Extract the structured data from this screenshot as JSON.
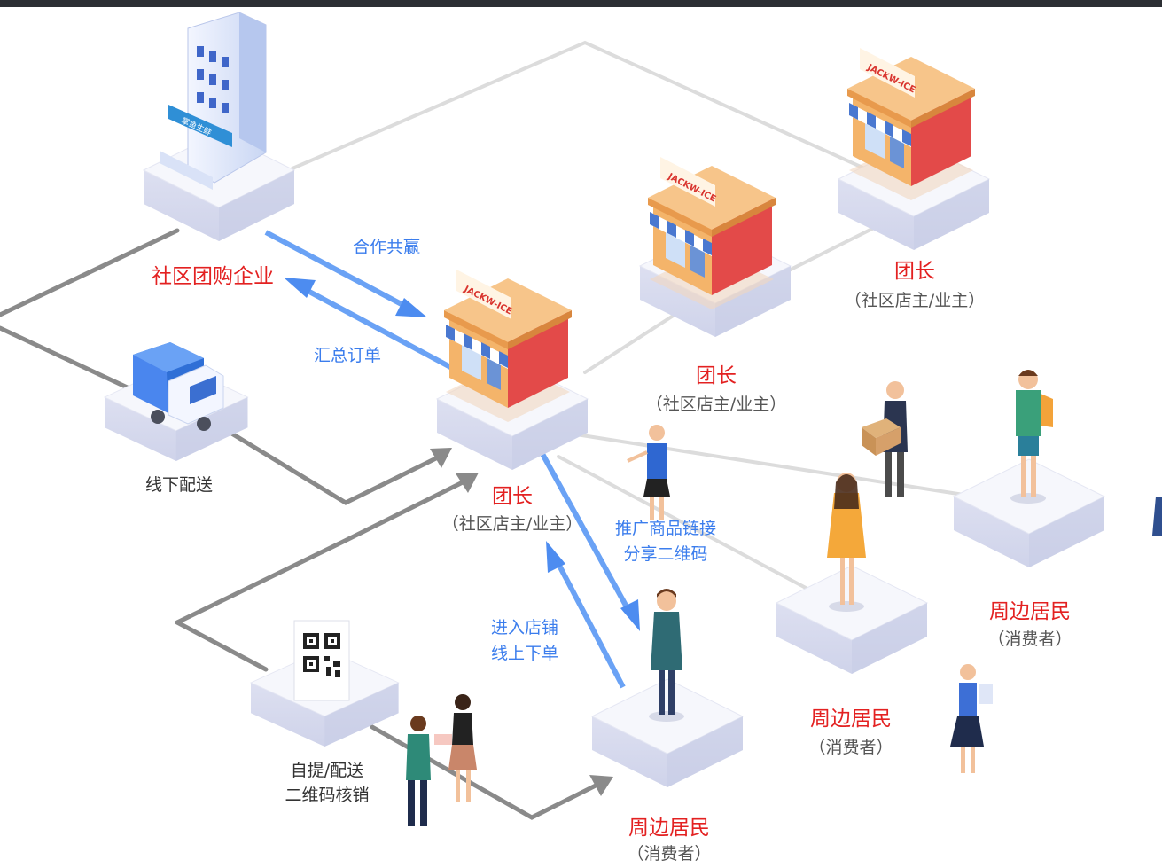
{
  "colors": {
    "role_title": "#e32121",
    "role_subtitle": "#555555",
    "flow_text": "#3b7ded",
    "flow_arrow": "#6aa2f5",
    "connector": "#8a8a8a",
    "platform_top": "#f3f4fb",
    "store_roof": "#f7a84a",
    "store_wall": "#e34a49"
  },
  "nodes": {
    "enterprise": {
      "title": "社区团购企业",
      "icon": "office-building-icon",
      "sign": "掌鱼生鲜"
    },
    "leader_main": {
      "title": "团长",
      "subtitle": "（社区店主/业主）",
      "icon": "storefront-icon",
      "sign": "JACKW-ICE"
    },
    "leader_mid": {
      "title": "团长",
      "subtitle": "（社区店主/业主）",
      "icon": "storefront-icon",
      "sign": "JACKW-ICE"
    },
    "leader_right": {
      "title": "团长",
      "subtitle": "（社区店主/业主）",
      "icon": "storefront-icon",
      "sign": "JACKW-ICE"
    },
    "delivery": {
      "title": "线下配送",
      "icon": "delivery-truck-icon"
    },
    "pickup": {
      "title_line1": "自提/配送",
      "title_line2": "二维码核销",
      "icon": "qr-code-icon"
    },
    "resident_bottom": {
      "title": "周边居民",
      "subtitle": "（消费者）",
      "icon": "person-icon"
    },
    "resident_mid": {
      "title": "周边居民",
      "subtitle": "（消费者）",
      "icon": "person-icon"
    },
    "resident_right": {
      "title": "周边居民",
      "subtitle": "（消费者）",
      "icon": "person-icon"
    }
  },
  "flows": {
    "cooperate": "合作共赢",
    "summary": "汇总订单",
    "promote_line1": "推广商品链接",
    "promote_line2": "分享二维码",
    "enter_line1": "进入店铺",
    "enter_line2": "线上下单"
  }
}
